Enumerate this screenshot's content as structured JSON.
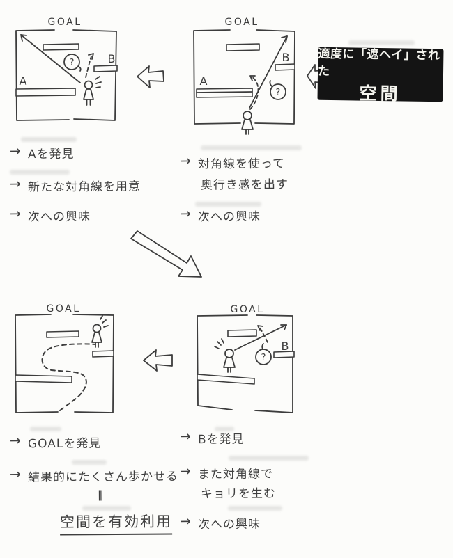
{
  "palette": {
    "ink": "#3c3c3c",
    "paper": "#fcfcfa",
    "solid_black": "#1b1b1b",
    "callout_bg": "#141414",
    "callout_text": "#f4f4ee"
  },
  "glyphs": {
    "arrow": "→",
    "equals": "‖"
  },
  "labels": {
    "goal": "GOAL",
    "a": "A",
    "b": "B",
    "question": "?"
  },
  "callout": {
    "line1": "適度に「遮ヘイ」された",
    "line2": "空間"
  },
  "notes": {
    "top_left": {
      "l1": "Aを発見",
      "l2": "新たな対角線を用意",
      "l3": "次への興味"
    },
    "top_right": {
      "l1": "対角線を使って",
      "l2": "奥行き感を出す",
      "l3": "次への興味"
    },
    "bottom_left": {
      "l1": "GOALを発見",
      "l2": "結果的にたくさん歩かせる",
      "l3": "空間を有効利用"
    },
    "bottom_right": {
      "l1": "Bを発見",
      "l2": "また対角線で",
      "l3": "キョリを生む",
      "l4": "次への興味"
    }
  }
}
